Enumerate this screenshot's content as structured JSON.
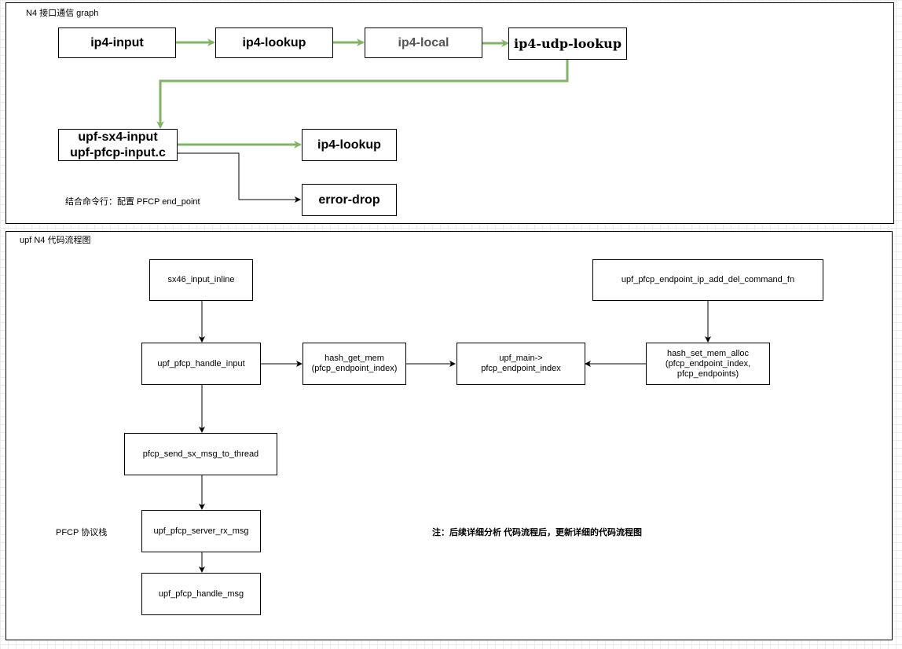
{
  "graph": {
    "title": "N4 接口通信 graph",
    "nodes": {
      "ip4_input": "ip4-input",
      "ip4_lookup": "ip4-lookup",
      "ip4_local": "ip4-local",
      "ip4_udp_lookup": "ip4-udp-lookup",
      "upf_sx4_input": "upf-sx4-input\nupf-pfcp-input.c",
      "ip4_lookup_2": "ip4-lookup",
      "error_drop": "error-drop"
    },
    "caption": "结合命令行：配置 PFCP end_point",
    "edge_color": "#82b366"
  },
  "flow": {
    "title": "upf N4 代码流程图",
    "nodes": {
      "sx46_input_inline": "sx46_input_inline",
      "upf_pfcp_handle_input": "upf_pfcp_handle_input",
      "hash_get_mem": "hash_get_mem\n(pfcp_endpoint_index)",
      "upf_main_endpoint": "upf_main->\npfcp_endpoint_index",
      "hash_set_mem_alloc": "hash_set_mem_alloc\n(pfcp_endpoint_index,\npfcp_endpoints)",
      "endpoint_cmd": "upf_pfcp_endpoint_ip_add_del_command_fn",
      "pfcp_send": "pfcp_send_sx_msg_to_thread",
      "server_rx": "upf_pfcp_server_rx_msg",
      "handle_msg": "upf_pfcp_handle_msg"
    },
    "stack_label": "PFCP 协议栈",
    "note": "注：后续详细分析 代码流程后，更新详细的代码流程图"
  }
}
